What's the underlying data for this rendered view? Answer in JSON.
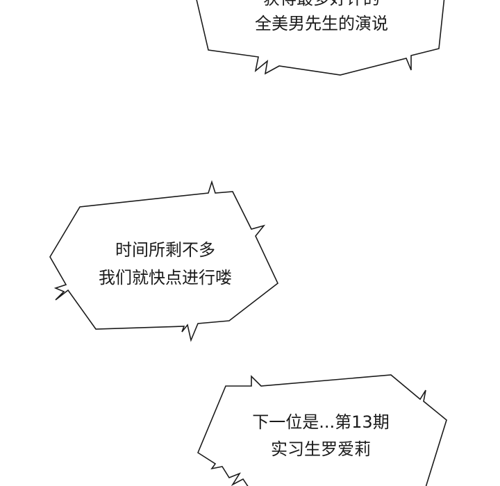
{
  "bubbles": [
    {
      "lines": [
        "获得最多好评的",
        "全美男先生的演说"
      ]
    },
    {
      "lines": [
        "时间所剩不多",
        "我们就快点进行喽"
      ]
    },
    {
      "lines": [
        "下一位是...第13期",
        "实习生罗爱莉"
      ]
    }
  ],
  "colors": {
    "stroke": "#1a1a1a",
    "fill": "#ffffff"
  }
}
